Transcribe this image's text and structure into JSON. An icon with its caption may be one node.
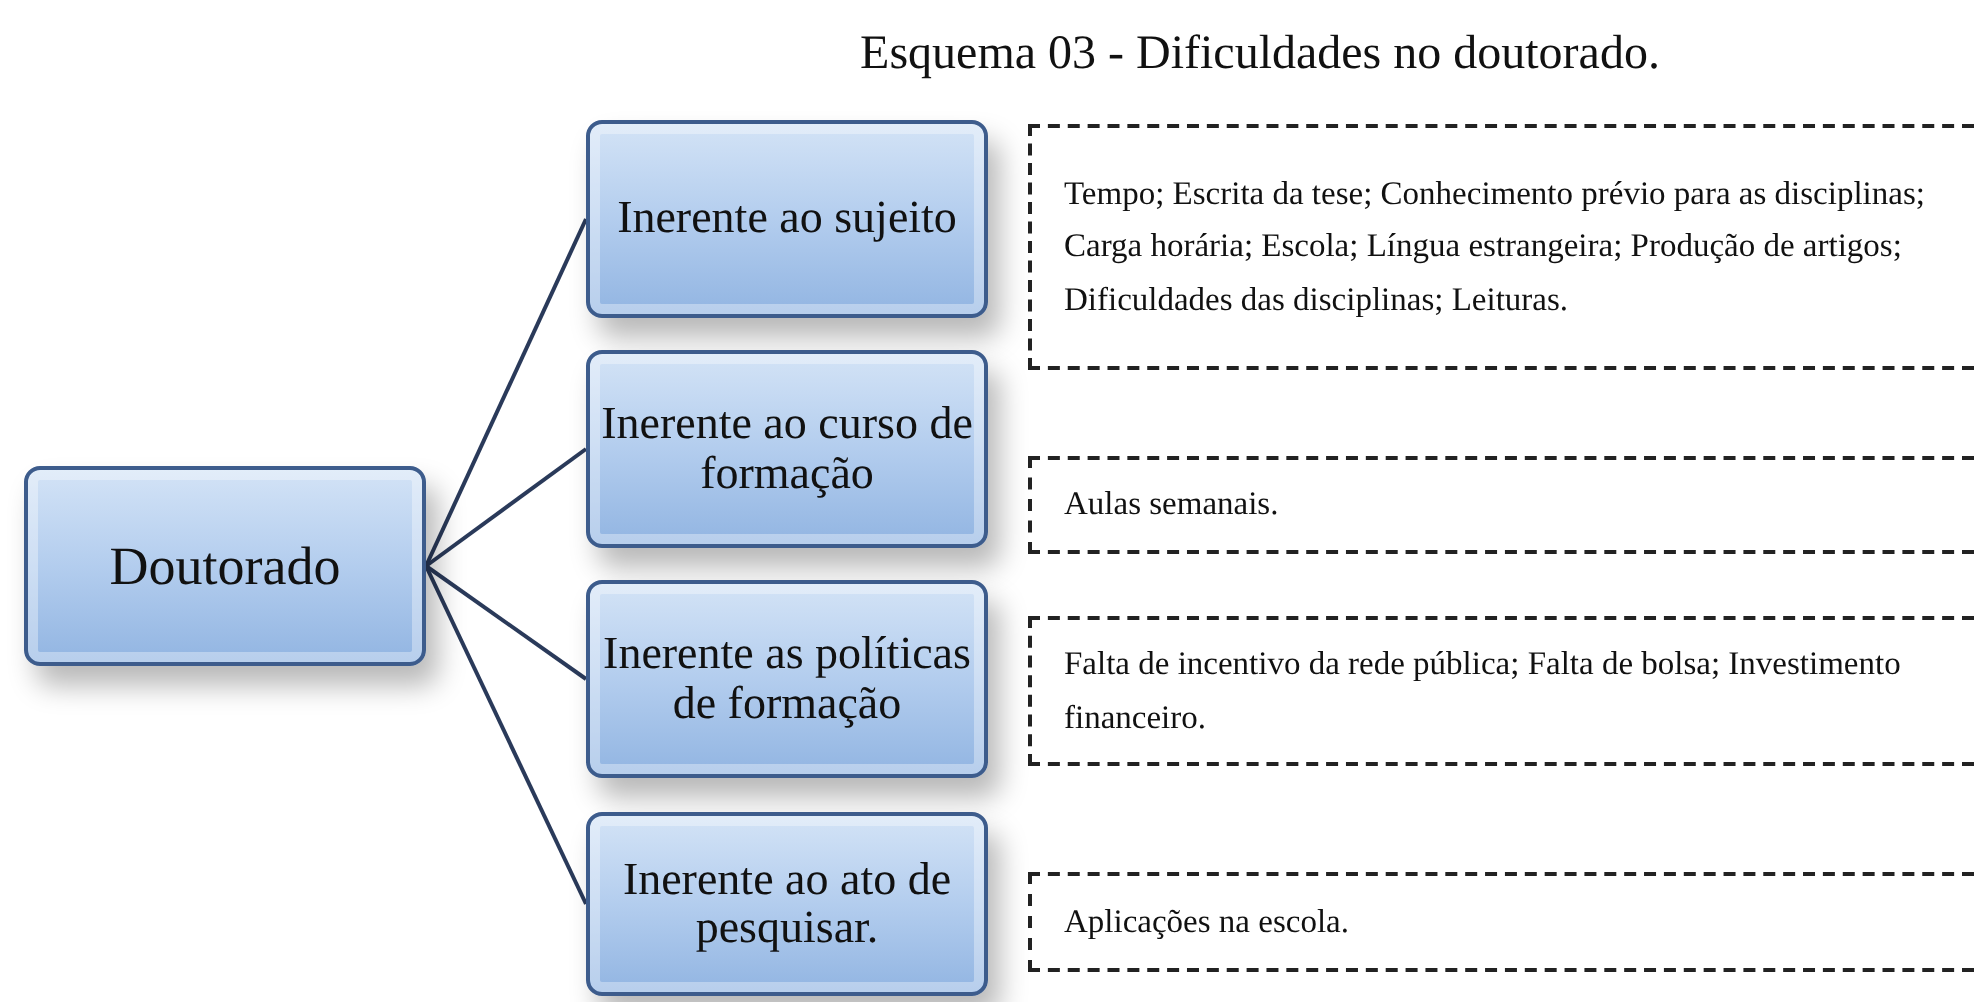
{
  "diagram": {
    "title": "Esquema 03 - Dificuldades no doutorado.",
    "nodes": [
      {
        "text": [
          "Doutorado"
        ]
      },
      {
        "text": [
          "Inerente ao sujeito"
        ]
      },
      {
        "text": [
          "Inerente ao curso de formação"
        ]
      },
      {
        "text": [
          "Inerente as políticas de formação"
        ]
      },
      {
        "text": [
          "Inerente ao ato de pesquisar."
        ]
      },
      {
        "text": [
          "Tempo; Escrita da tese; Conhecimento prévio para as disciplinas; Carga horária; Escola; Língua estrangeira; Produção de artigos; Dificuldades das disciplinas; Leituras."
        ]
      },
      {
        "text": [
          "Aulas semanais."
        ]
      },
      {
        "text": [
          "Falta de incentivo da rede pública; Falta de bolsa; Investimento financeiro."
        ]
      },
      {
        "text": [
          "Aplicações na escola."
        ]
      }
    ],
    "edges": [
      {
        "from": 0,
        "to": 1,
        "arrow": "none"
      },
      {
        "from": 0,
        "to": 2,
        "arrow": "none"
      },
      {
        "from": 0,
        "to": 3,
        "arrow": "none"
      },
      {
        "from": 0,
        "to": 4,
        "arrow": "none"
      }
    ]
  }
}
